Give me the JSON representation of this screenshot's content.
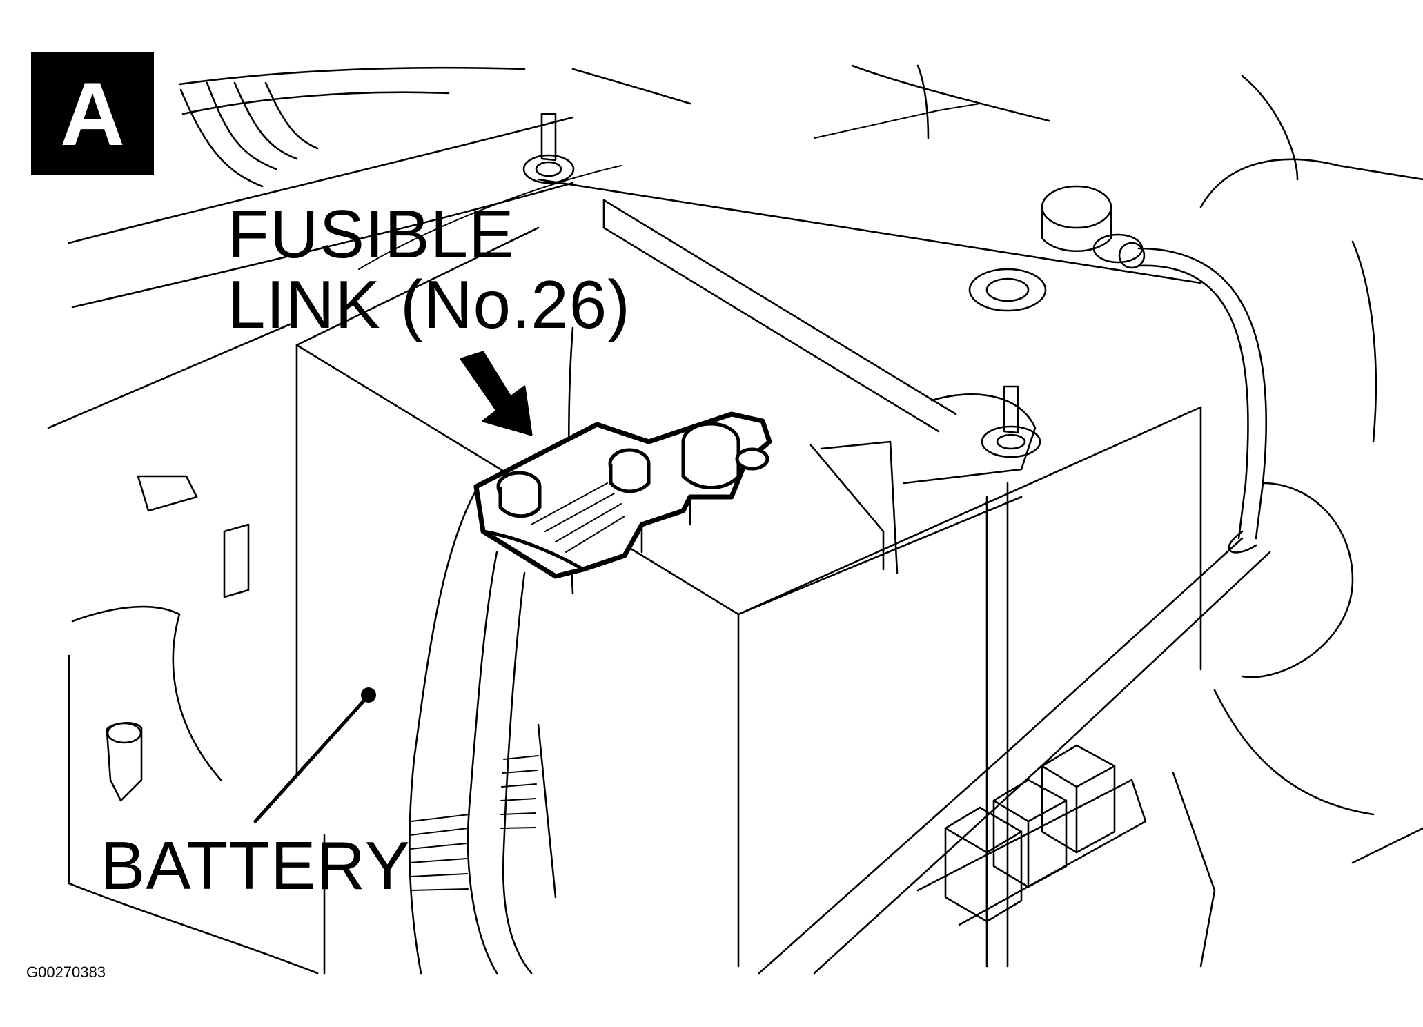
{
  "diagram": {
    "view_label": "A",
    "callouts": {
      "fusible_link_line1": "FUSIBLE",
      "fusible_link_line2": "LINK (No.26)",
      "battery": "BATTERY"
    },
    "figure_code": "G00270383"
  }
}
